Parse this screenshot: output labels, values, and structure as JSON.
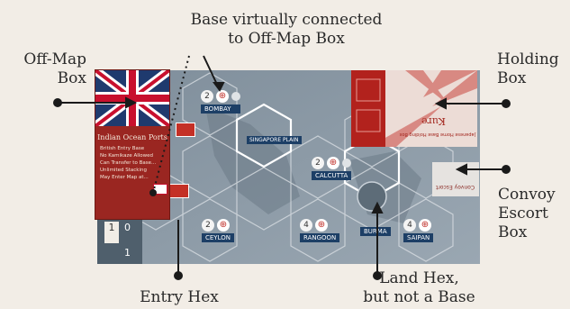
{
  "callouts": {
    "base_virtual": "Base virtually connected\nto Off-Map Box",
    "offmap": "Off-Map\nBox",
    "holding": "Holding\nBox",
    "convoy": "Convoy\nEscort\nBox",
    "land_hex": "Land Hex,\nbut not a Base",
    "entry_hex": "Entry Hex"
  },
  "offmap_box": {
    "title": "Indian Ocean Ports",
    "notes": [
      "British Entry Base",
      "No Kamikaze Allowed",
      "Can Transfer to Base...",
      "Unlimited Stacking",
      "May Enter Map at..."
    ]
  },
  "holding_box": {
    "name": "Kure",
    "caption": "Japanese Home Base Holding Box"
  },
  "convoy_box": {
    "caption": "Convoy Escort"
  },
  "hexes": [
    {
      "name": "BOMBAY",
      "number": "2"
    },
    {
      "name": "CALCUTTA",
      "number": "2"
    },
    {
      "name": "CEYLON",
      "number": "2"
    },
    {
      "name": "RANGOON",
      "number": "4"
    },
    {
      "name": "BURMA",
      "number": ""
    },
    {
      "name": "SAIPAN",
      "number": "4"
    },
    {
      "name": "SINGAPORE PLAIN",
      "number": ""
    }
  ],
  "track": {
    "top": "0",
    "bottom": "1",
    "left": "1"
  },
  "colors": {
    "box_red": "#9a2621",
    "map": "#8c9aa6",
    "hex_line": "#d8dde2",
    "text": "#2a2a2a"
  }
}
